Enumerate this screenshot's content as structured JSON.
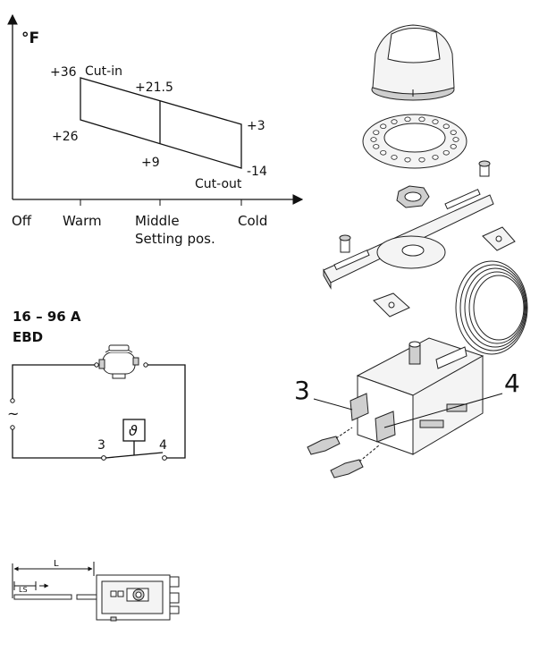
{
  "graph": {
    "unit": "°F",
    "cut_in_label": "Cut-in",
    "cut_out_label": "Cut-out",
    "cut_in_warm": "+36",
    "cut_in_middle": "+21.5",
    "cut_in_cold": "+3",
    "cut_out_warm": "+26",
    "cut_out_middle": "+9",
    "cut_out_cold": "-14",
    "x_ticks": [
      "Off",
      "Warm",
      "Middle",
      "Cold"
    ],
    "x_axis_label": "Setting pos."
  },
  "circuit": {
    "model": "16 – 96 A",
    "variant": "EBD",
    "terminal_a": "3",
    "terminal_b": "4",
    "sensor_symbol": "ϑ",
    "ac_symbol": "~"
  },
  "exploded_view": {
    "terminal_a": "3",
    "terminal_b": "4"
  },
  "dimension_drawing": {
    "length_label": "L",
    "ls_label": "LS"
  }
}
